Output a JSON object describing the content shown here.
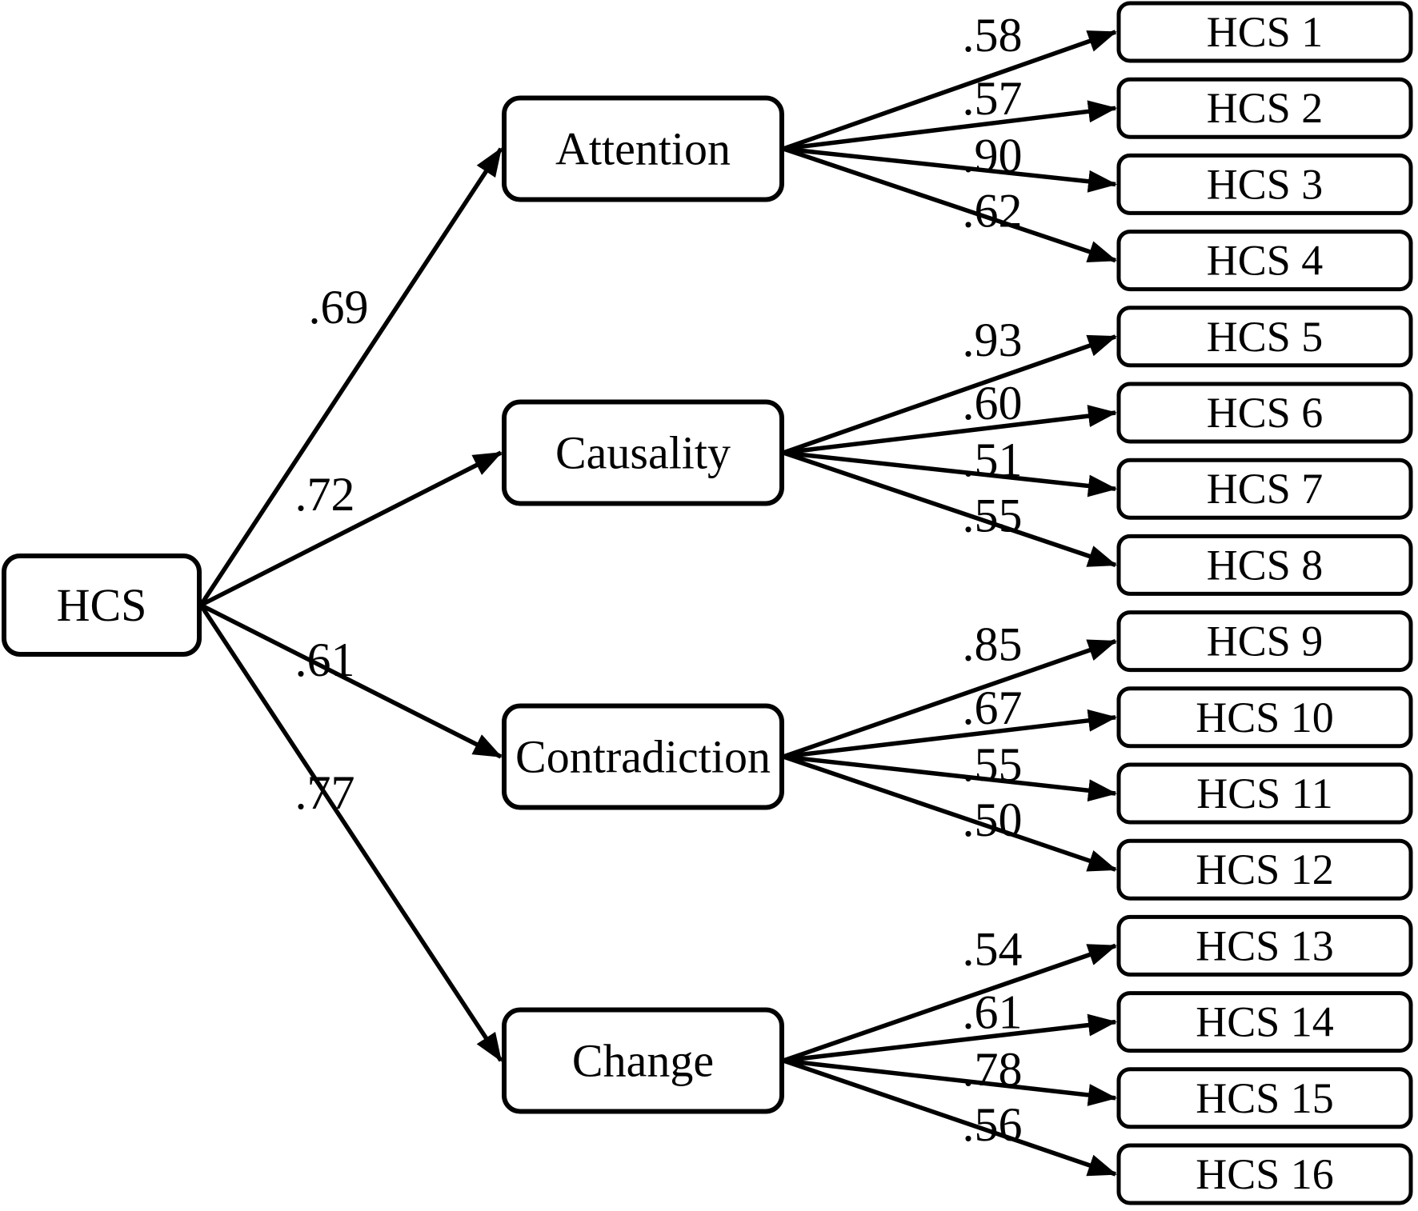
{
  "colors": {
    "ink": "#000000",
    "paper": "#ffffff"
  },
  "root": {
    "label": "HCS"
  },
  "factors": [
    {
      "label": "Attention",
      "loading": ".69",
      "items": [
        {
          "label": "HCS 1",
          "loading": ".58"
        },
        {
          "label": "HCS 2",
          "loading": ".57"
        },
        {
          "label": "HCS 3",
          "loading": ".90"
        },
        {
          "label": "HCS 4",
          "loading": ".62"
        }
      ]
    },
    {
      "label": "Causality",
      "loading": ".72",
      "items": [
        {
          "label": "HCS 5",
          "loading": ".93"
        },
        {
          "label": "HCS 6",
          "loading": ".60"
        },
        {
          "label": "HCS 7",
          "loading": ".51"
        },
        {
          "label": "HCS 8",
          "loading": ".55"
        }
      ]
    },
    {
      "label": "Contradiction",
      "loading": ".61",
      "items": [
        {
          "label": "HCS 9",
          "loading": ".85"
        },
        {
          "label": "HCS 10",
          "loading": ".67"
        },
        {
          "label": "HCS 11",
          "loading": ".55"
        },
        {
          "label": "HCS 12",
          "loading": ".50"
        }
      ]
    },
    {
      "label": "Change",
      "loading": ".77",
      "items": [
        {
          "label": "HCS 13",
          "loading": ".54"
        },
        {
          "label": "HCS 14",
          "loading": ".61"
        },
        {
          "label": "HCS 15",
          "loading": ".78"
        },
        {
          "label": "HCS 16",
          "loading": ".56"
        }
      ]
    }
  ]
}
